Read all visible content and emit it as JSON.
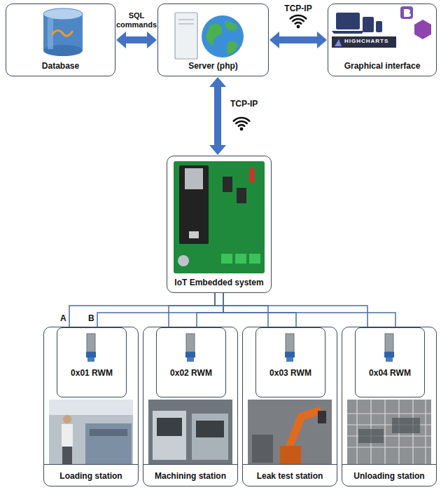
{
  "diagram": {
    "nodes": [
      {
        "text": [
          "Database"
        ]
      },
      {
        "text": [
          "Server (php)"
        ]
      },
      {
        "text": [
          "Graphical interface"
        ]
      },
      {
        "text": [
          "IoT Embedded system"
        ]
      },
      {
        "text": [
          "Loading station"
        ]
      },
      {
        "text": [
          "0x01 RWM"
        ],
        "in": 4
      },
      {
        "text": [
          "Machining station"
        ]
      },
      {
        "text": [
          "0x02 RWM"
        ],
        "in": 6
      },
      {
        "text": [
          "Leak test station"
        ]
      },
      {
        "text": [
          "0x03 RWM"
        ],
        "in": 8
      },
      {
        "text": [
          "Unloading station"
        ]
      },
      {
        "text": [
          "0x04 RWM"
        ],
        "in": 10
      }
    ],
    "edges": [
      {
        "from": 0,
        "to": 1,
        "label": "SQL commands",
        "arrow": "both"
      },
      {
        "from": 1,
        "to": 2,
        "label": "TCP-IP",
        "arrow": "both"
      },
      {
        "from": 1,
        "to": 3,
        "label": "TCP-IP",
        "arrow": "both"
      },
      {
        "from": 3,
        "to": 5,
        "arrow": "none"
      },
      {
        "from": 3,
        "to": 7,
        "arrow": "none"
      },
      {
        "from": 3,
        "to": 9,
        "arrow": "none"
      },
      {
        "from": 3,
        "to": 11,
        "arrow": "none"
      }
    ],
    "labels": [
      "A",
      "B",
      "HIGHCHARTS"
    ]
  }
}
